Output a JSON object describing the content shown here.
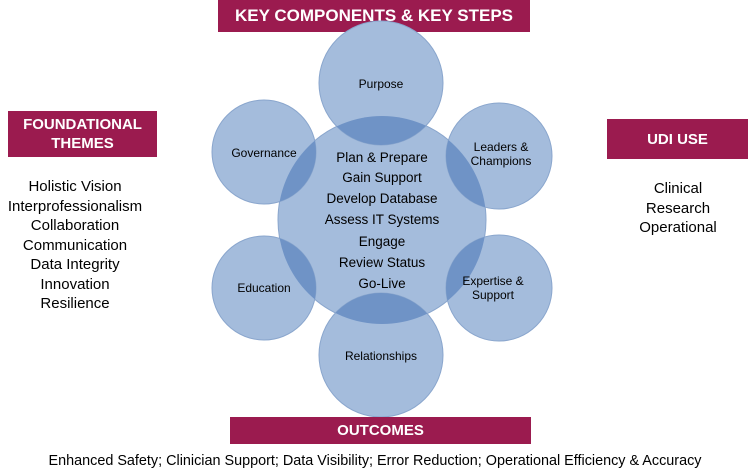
{
  "header": {
    "title": "KEY COMPONENTS & KEY STEPS"
  },
  "foundational_themes": {
    "title_line1": "FOUNDATIONAL",
    "title_line2": "THEMES",
    "items": [
      "Holistic Vision",
      "Interprofessionalism",
      "Collaboration",
      "Communication",
      "Data Integrity",
      "Innovation",
      "Resilience"
    ]
  },
  "udi_use": {
    "title": "UDI USE",
    "items": [
      "Clinical",
      "Research",
      "Operational"
    ]
  },
  "components": {
    "purpose": "Purpose",
    "leaders_line1": "Leaders &",
    "leaders_line2": "Champions",
    "expertise_line1": "Expertise &",
    "expertise_line2": "Support",
    "relationships": "Relationships",
    "education": "Education",
    "governance": "Governance"
  },
  "key_steps": [
    "Plan & Prepare",
    "Gain Support",
    "Develop Database",
    "Assess IT Systems",
    "Engage",
    "Review Status",
    "Go-Live"
  ],
  "outcomes": {
    "title": "OUTCOMES",
    "text": "Enhanced Safety; Clinician Support; Data Visibility; Error Reduction; Operational Efficiency & Accuracy"
  },
  "colors": {
    "banner": "#9b1b4f",
    "circle_fill": "#a4bcdc",
    "circle_stroke": "#8aa6cd",
    "overlap": "#6f93c6"
  }
}
